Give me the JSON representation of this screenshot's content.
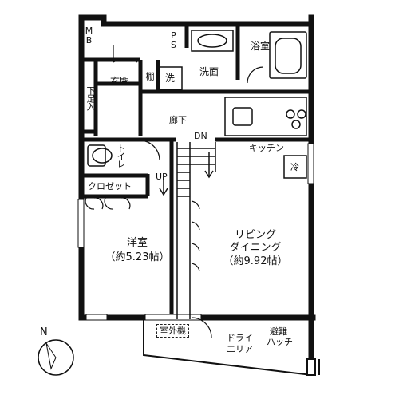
{
  "rooms": {
    "mb": "MB",
    "ps": "PS",
    "bathroom": "浴室",
    "washroom": "洗面",
    "washer": "洗",
    "shelf": "棚",
    "entrance": "玄関",
    "shoe_box": "下足入",
    "hallway": "廊下",
    "toilet": "トイレ",
    "closet": "クロゼット",
    "kitchen": "キッチン",
    "fridge": "冷",
    "western_room": "洋室",
    "western_room_size": "（約5.23帖）",
    "living_line1": "リビング",
    "living_line2": "ダイニング",
    "living_size": "（約9.92帖）",
    "outdoor_unit": "室外機",
    "dry_area_line1": "ドライ",
    "dry_area_line2": "エリア",
    "escape_hatch_line1": "避難",
    "escape_hatch_line2": "ハッチ"
  },
  "stairs": {
    "down": "DN",
    "up": "UP"
  },
  "compass": {
    "north": "N"
  }
}
